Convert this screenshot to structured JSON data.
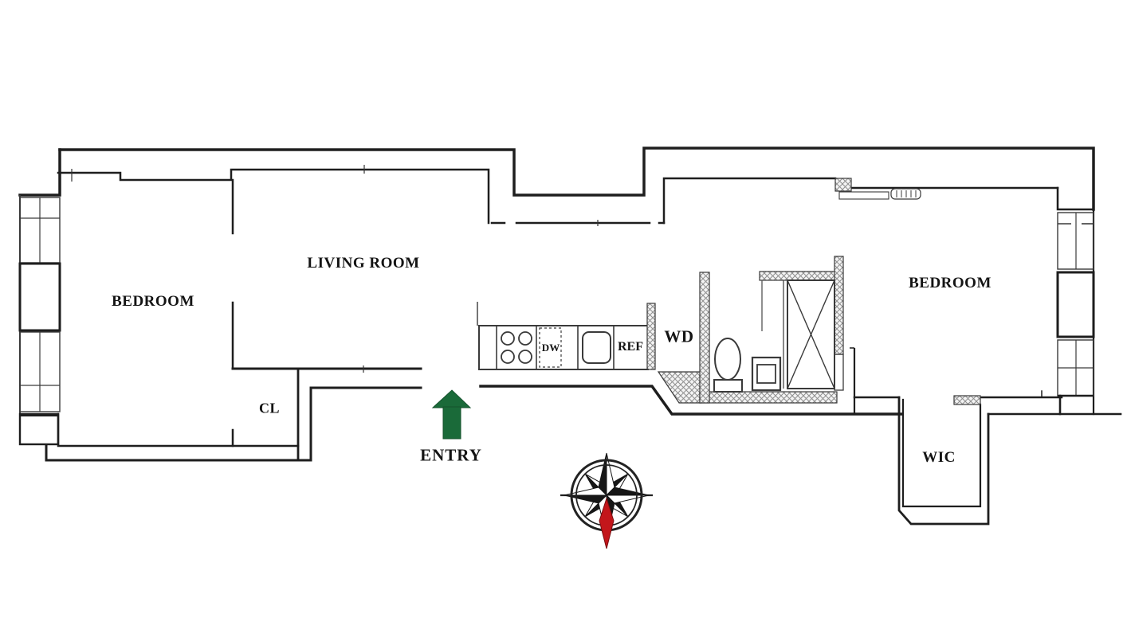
{
  "title": "apartment-floor-plan",
  "labels": {
    "bedroom_left": "BEDROOM",
    "living_room": "LIVING ROOM",
    "closet": "CL",
    "entry": "ENTRY",
    "dishwasher": "DW",
    "refrigerator": "REF",
    "washer_dryer": "WD",
    "bedroom_right": "BEDROOM",
    "walk_in_closet": "WIC"
  },
  "icons": {
    "entry_arrow": "arrow-up-icon",
    "compass": "compass-rose-icon"
  },
  "colors": {
    "wall": "#1e1e1e",
    "hatch": "#8f8f8f",
    "entry_arrow_green": "#1a6a39",
    "compass_red": "#c3161b",
    "background": "#ffffff"
  }
}
